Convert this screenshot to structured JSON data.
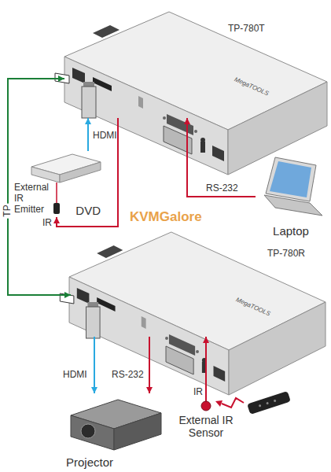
{
  "diagram": {
    "nodes": [
      {
        "text": [
          "TP-780T"
        ]
      },
      {
        "text": [
          "DVD"
        ]
      },
      {
        "text": [
          "Laptop"
        ]
      },
      {
        "text": [
          "TP-780R"
        ]
      },
      {
        "text": [
          "Projector"
        ]
      },
      {
        "text": [
          "External IR Sensor"
        ]
      }
    ],
    "edges": [
      {
        "from": 1,
        "to": 0,
        "arrow": "to",
        "label": "HDMI"
      },
      {
        "from": 0,
        "to": 1,
        "arrow": "to",
        "label": "IR"
      },
      {
        "from": 2,
        "to": 0,
        "arrow": "to",
        "label": "RS-232"
      },
      {
        "from": 0,
        "to": 3,
        "arrow": "both",
        "label": "TP"
      },
      {
        "from": 3,
        "to": 4,
        "arrow": "to",
        "label": "HDMI"
      },
      {
        "from": 3,
        "to": 4,
        "arrow": "to",
        "label": "RS-232"
      },
      {
        "from": 5,
        "to": 3,
        "arrow": "to",
        "label": "IR"
      }
    ],
    "labels": [
      "External IR Emitter",
      "KVMGalore",
      "MegaTOOLS",
      "MegaTOOLS"
    ]
  }
}
